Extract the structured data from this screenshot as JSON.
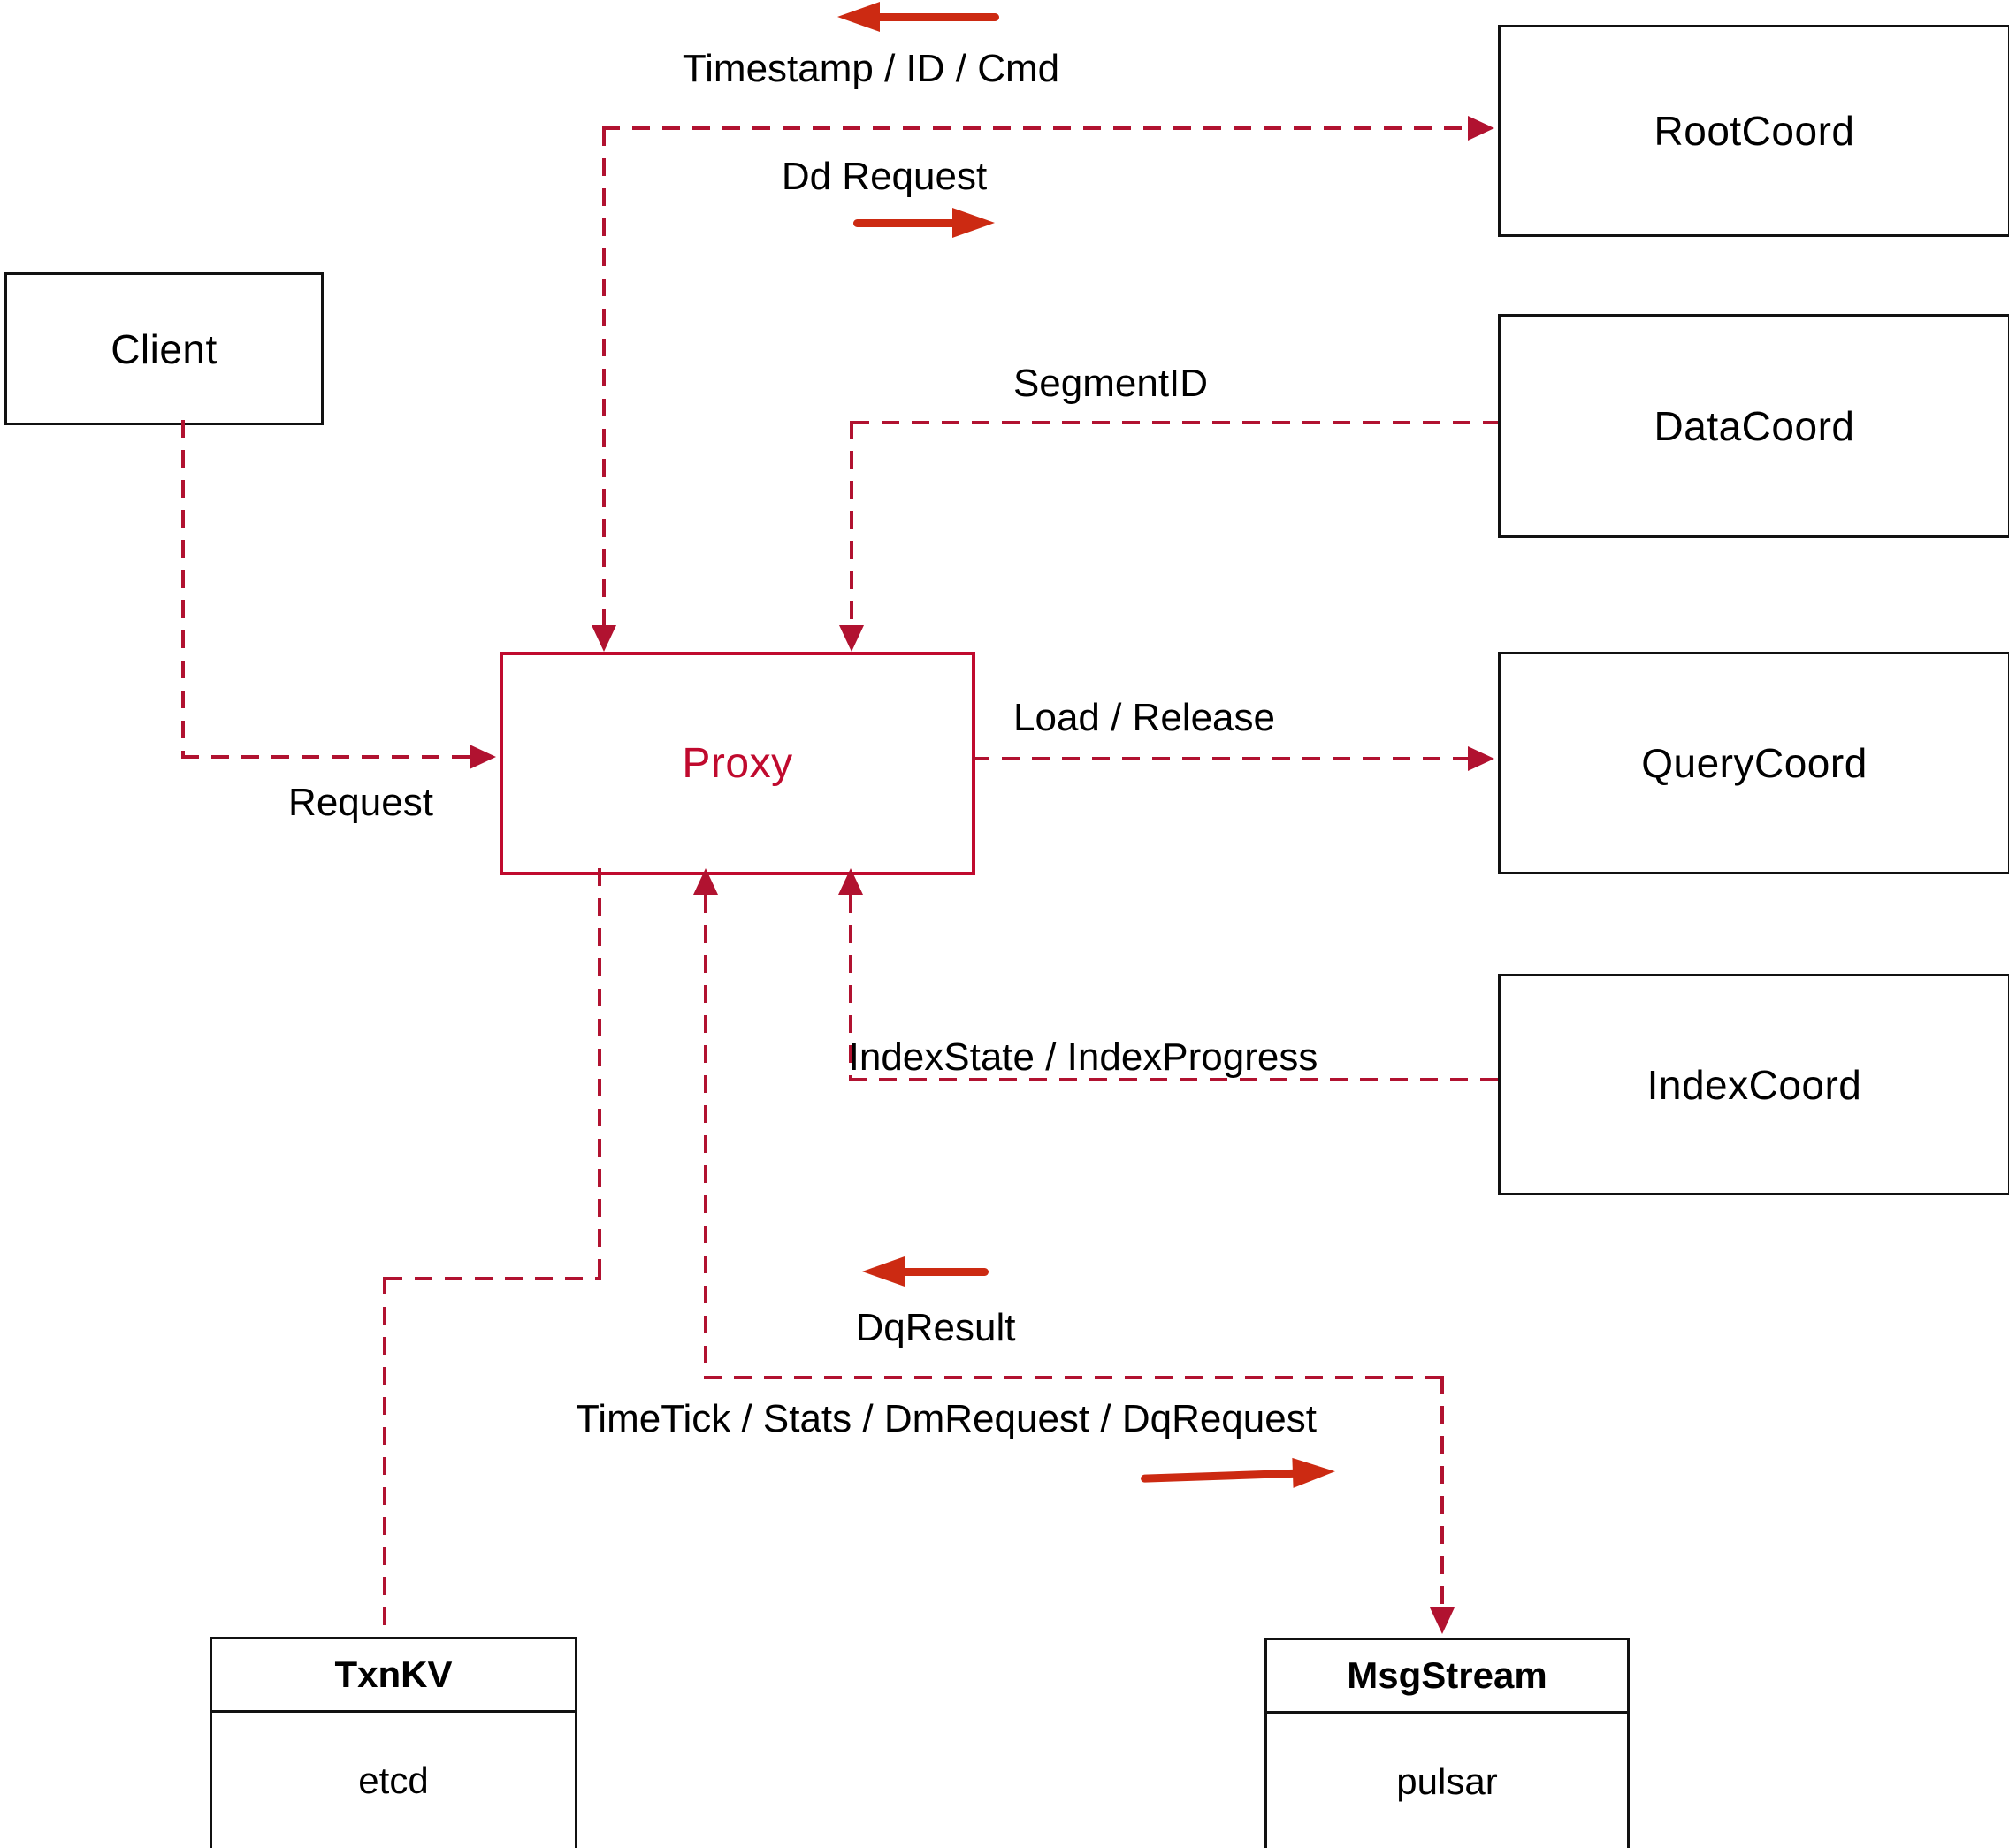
{
  "nodes": {
    "client": {
      "label": "Client"
    },
    "proxy": {
      "label": "Proxy"
    },
    "root_coord": {
      "label": "RootCoord"
    },
    "data_coord": {
      "label": "DataCoord"
    },
    "query_coord": {
      "label": "QueryCoord"
    },
    "index_coord": {
      "label": "IndexCoord"
    },
    "txn_kv": {
      "title": "TxnKV",
      "impl": "etcd"
    },
    "msg_stream": {
      "title": "MsgStream",
      "impl": "pulsar"
    }
  },
  "edges": {
    "proxy_rootcoord": {
      "response_label": "Timestamp / ID / Cmd",
      "request_label": "Dd Request"
    },
    "datacoord_proxy": {
      "label": "SegmentID"
    },
    "proxy_querycoord": {
      "label": "Load / Release"
    },
    "indexcoord_proxy": {
      "label": "IndexState / IndexProgress"
    },
    "client_proxy": {
      "label": "Request"
    },
    "proxy_msgstream": {
      "response_label": "DqResult",
      "request_label": "TimeTick / Stats / DmRequest / DqRequest"
    }
  },
  "colors": {
    "dashed_line": "#b11230",
    "solid_arrow": "#cc2a12",
    "proxy_accent": "#c00a2e",
    "box_border": "#111111"
  }
}
